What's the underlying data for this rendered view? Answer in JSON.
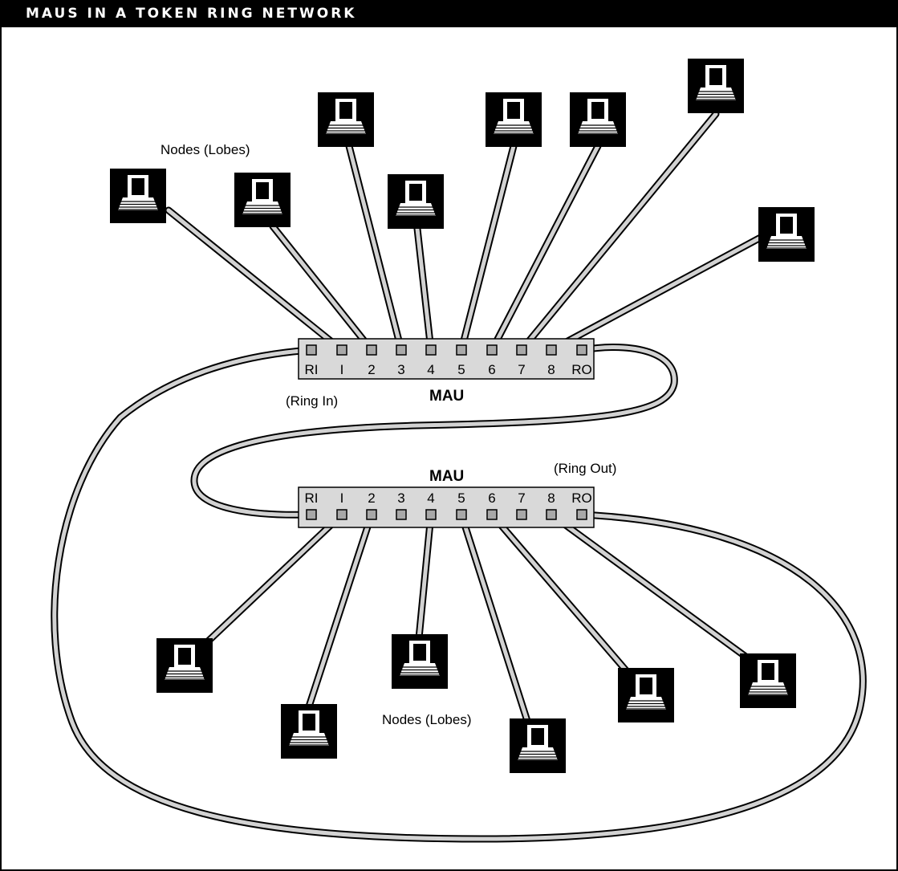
{
  "title": "MAUS IN A TOKEN RING NETWORK",
  "labels": {
    "nodes_top": "Nodes (Lobes)",
    "nodes_bottom": "Nodes (Lobes)",
    "ring_in": "(Ring In)",
    "ring_out": "(Ring Out)"
  },
  "mau_top": {
    "name": "MAU",
    "ports": [
      "RI",
      "I",
      "2",
      "3",
      "4",
      "5",
      "6",
      "7",
      "8",
      "RO"
    ]
  },
  "mau_bottom": {
    "name": "MAU",
    "ports": [
      "RI",
      "I",
      "2",
      "3",
      "4",
      "5",
      "6",
      "7",
      "8",
      "RO"
    ]
  }
}
